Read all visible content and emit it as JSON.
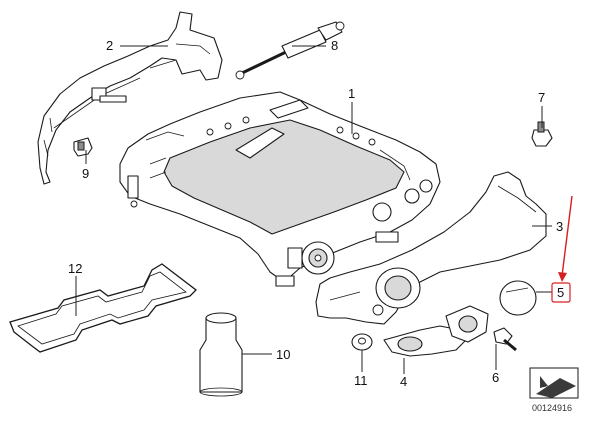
{
  "diagram": {
    "callouts": {
      "c1": "1",
      "c2": "2",
      "c3": "3",
      "c4": "4",
      "c5": "5",
      "c6": "6",
      "c7": "7",
      "c8": "8",
      "c9": "9",
      "c10": "10",
      "c11": "11",
      "c12": "12"
    },
    "highlight_color": "#d62020",
    "catalog_number": "00124916"
  }
}
